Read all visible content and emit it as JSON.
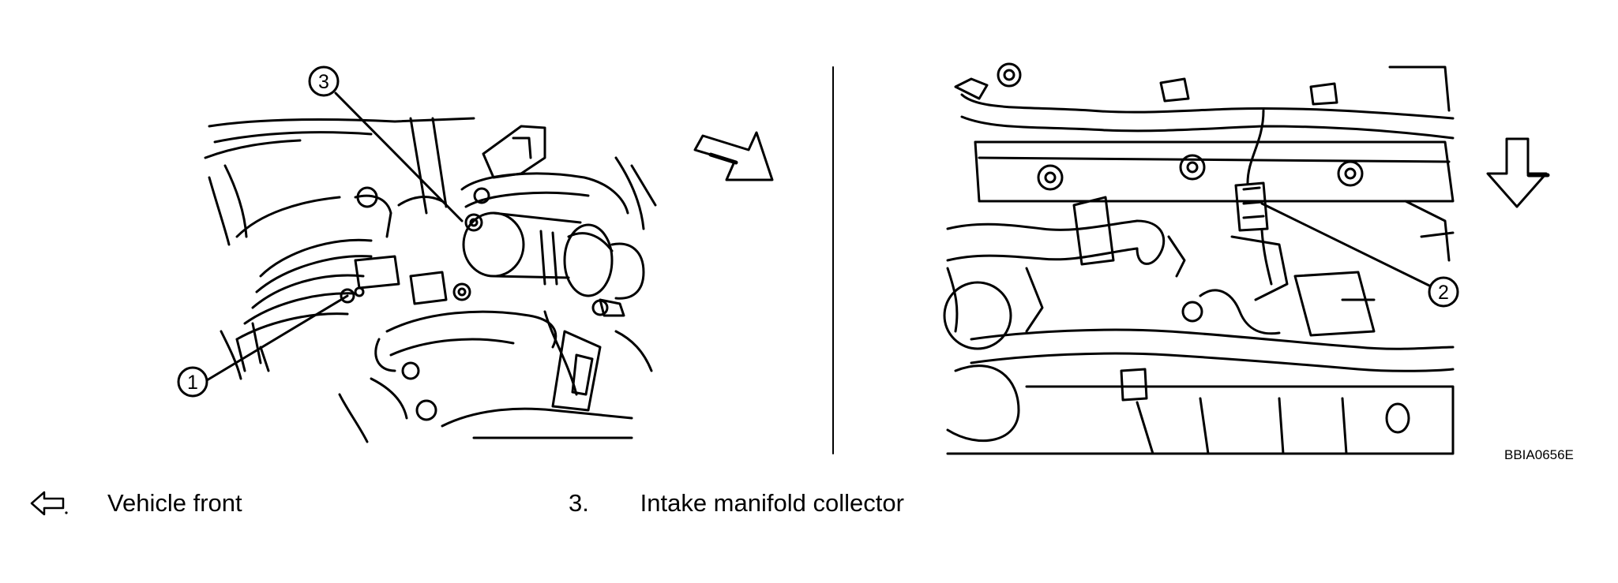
{
  "figure_code": "BBIA0656E",
  "callouts": {
    "c1": "1",
    "c2": "2",
    "c3": "3"
  },
  "legend": [
    {
      "symbol": "front-arrow-icon",
      "text": "Vehicle front"
    },
    {
      "number": "3.",
      "text": "Intake manifold collector"
    }
  ]
}
